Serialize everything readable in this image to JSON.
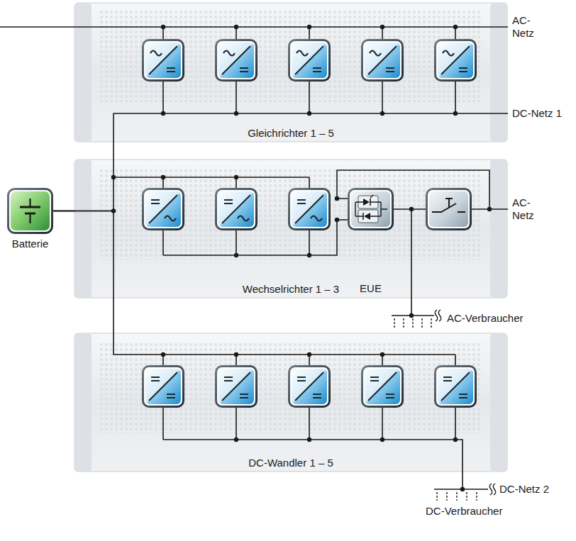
{
  "diagram": {
    "nodes": [
      {
        "text": [
          "Gleichrichter 1 – 5"
        ]
      },
      {
        "text": [
          "Batterie"
        ]
      },
      {
        "text": [
          "Wechselrichter 1 – 3"
        ]
      },
      {
        "text": [
          "EUE"
        ],
        "in": 2
      },
      {
        "text": [
          "DC-Wandler 1 – 5"
        ]
      }
    ],
    "edges": [
      {
        "from": 1,
        "to": 0,
        "arrow": "none"
      },
      {
        "from": 1,
        "to": 2,
        "arrow": "none"
      },
      {
        "from": 1,
        "to": 4,
        "arrow": "none"
      }
    ],
    "labels": [
      "AC-Netz",
      "DC-Netz 1",
      "AC-Netz",
      "AC-Verbraucher",
      "DC-Netz 2",
      "DC-Verbraucher"
    ]
  }
}
